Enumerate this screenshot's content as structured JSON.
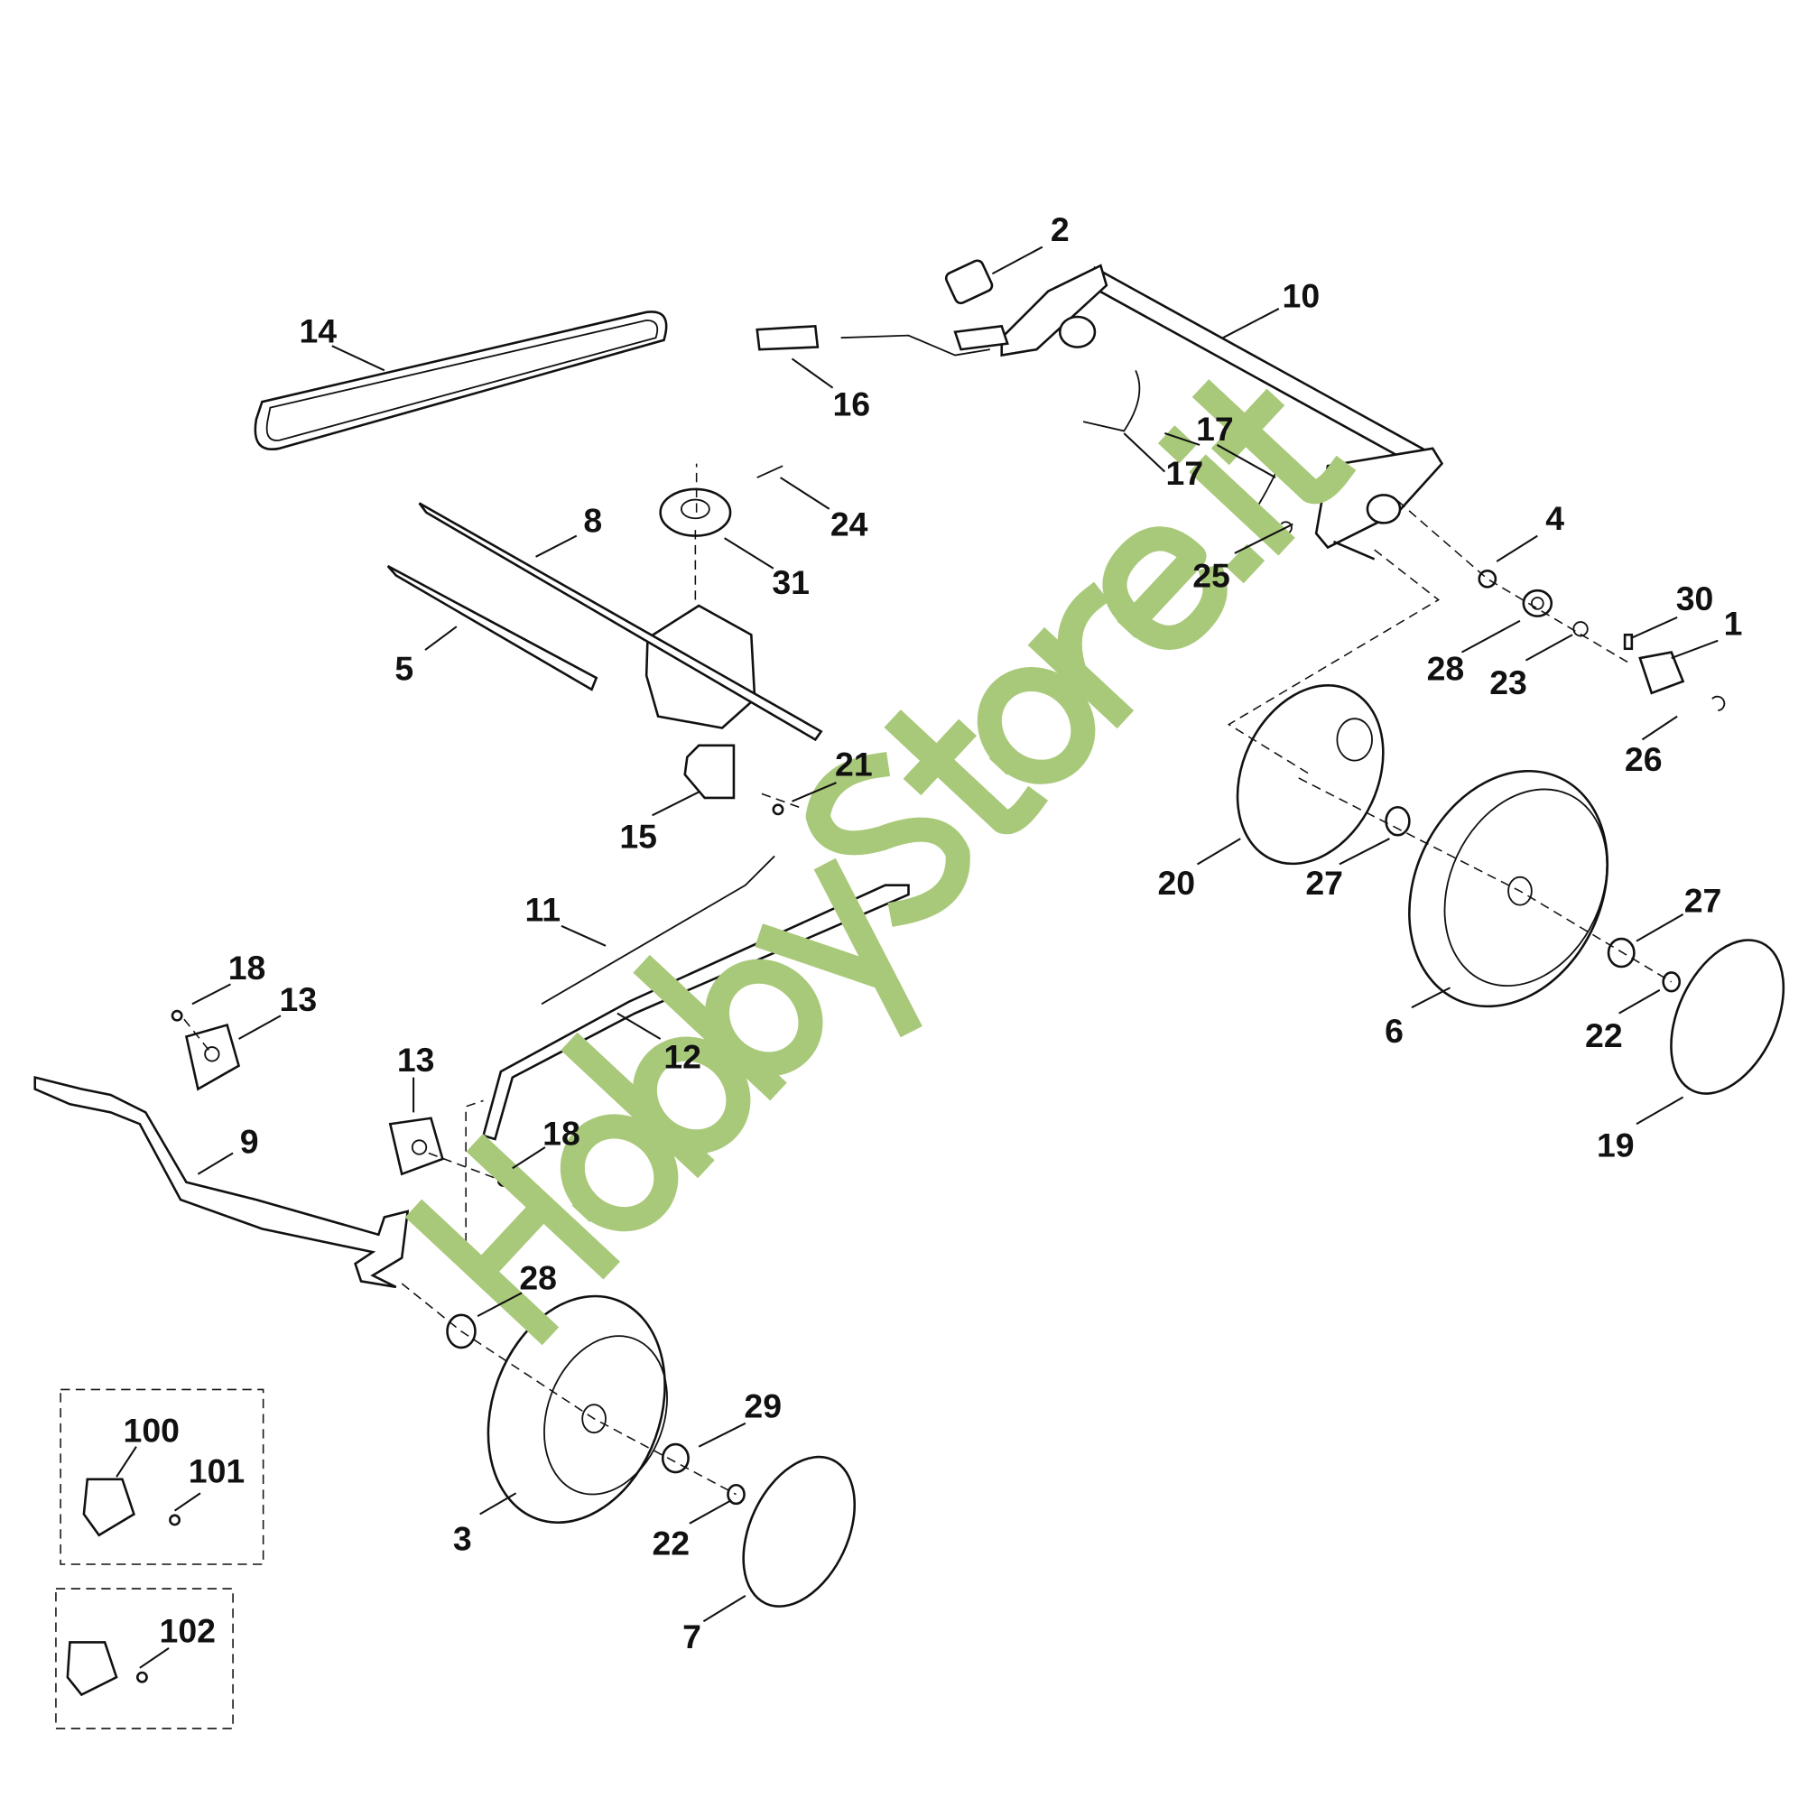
{
  "diagram": {
    "type": "exploded parts diagram",
    "watermark": "HobbyStore.it",
    "watermark_color": "#a9c97a",
    "labels": [
      "2",
      "10",
      "14",
      "16",
      "17",
      "17",
      "8",
      "24",
      "31",
      "4",
      "25",
      "30",
      "1",
      "28",
      "23",
      "5",
      "26",
      "21",
      "15",
      "20",
      "27",
      "27",
      "11",
      "18",
      "13",
      "6",
      "22",
      "12",
      "13",
      "18",
      "9",
      "19",
      "28",
      "29",
      "100",
      "101",
      "3",
      "22",
      "102",
      "7"
    ]
  }
}
